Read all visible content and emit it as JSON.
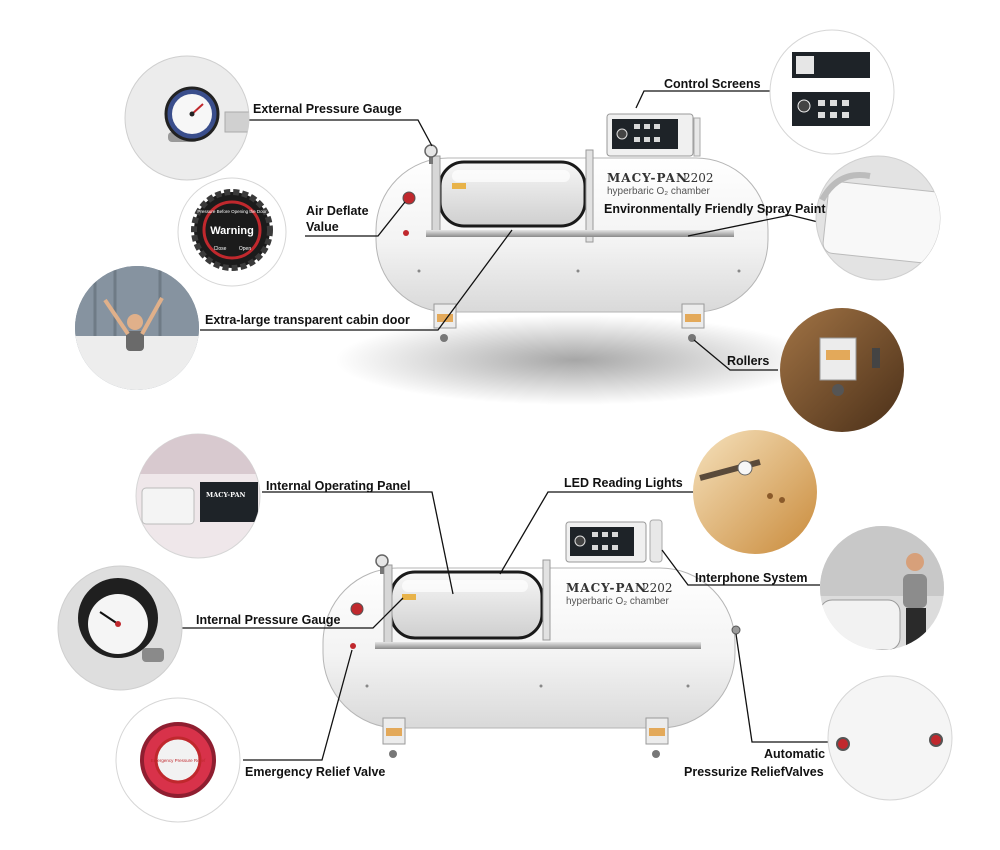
{
  "colors": {
    "chamber": "#f2f2f2",
    "chamber_edge": "#9a9a9a",
    "leader": "#111111",
    "valve_red": "#c0282d",
    "warning_black": "#1b1b1b",
    "relief_red": "#d8324a",
    "wood": "#6b4a2b",
    "screen_dark": "#1e2328"
  },
  "chamber_branding": {
    "brand": "MACY-PAN",
    "model": "2202",
    "subtitle": "hyperbaric O₂ chamber"
  },
  "warning_badge": {
    "word": "Warning",
    "ring_text": "Pressure Before Opening the Door",
    "close": "Close",
    "open": "Open"
  },
  "relief_valve_text": "Emergency Pressure Relief",
  "top_labels": {
    "external_pressure_gauge": "External Pressure Gauge",
    "control_screens": "Control Screens",
    "air_deflate_line1": "Air Deflate",
    "air_deflate_line2": "Value",
    "spray_paint": "Environmentally Friendly Spray Paint",
    "cabin_door": "Extra-large transparent cabin door",
    "rollers": "Rollers"
  },
  "bottom_labels": {
    "internal_operating_panel": "Internal Operating Panel",
    "led_reading_lights": "LED Reading Lights",
    "interphone_system": "Interphone System",
    "internal_pressure_gauge": "Internal Pressure Gauge",
    "emergency_relief_valve": "Emergency Relief Valve",
    "auto_line1": "Automatic",
    "auto_line2": "Pressurize ReliefValves"
  },
  "icons": [
    "pressure-gauge-icon",
    "warning-badge-icon",
    "person-icon",
    "control-panel-icon",
    "spray-paint-icon",
    "roller-icon",
    "led-light-icon",
    "phone-icon",
    "relief-valve-icon"
  ]
}
